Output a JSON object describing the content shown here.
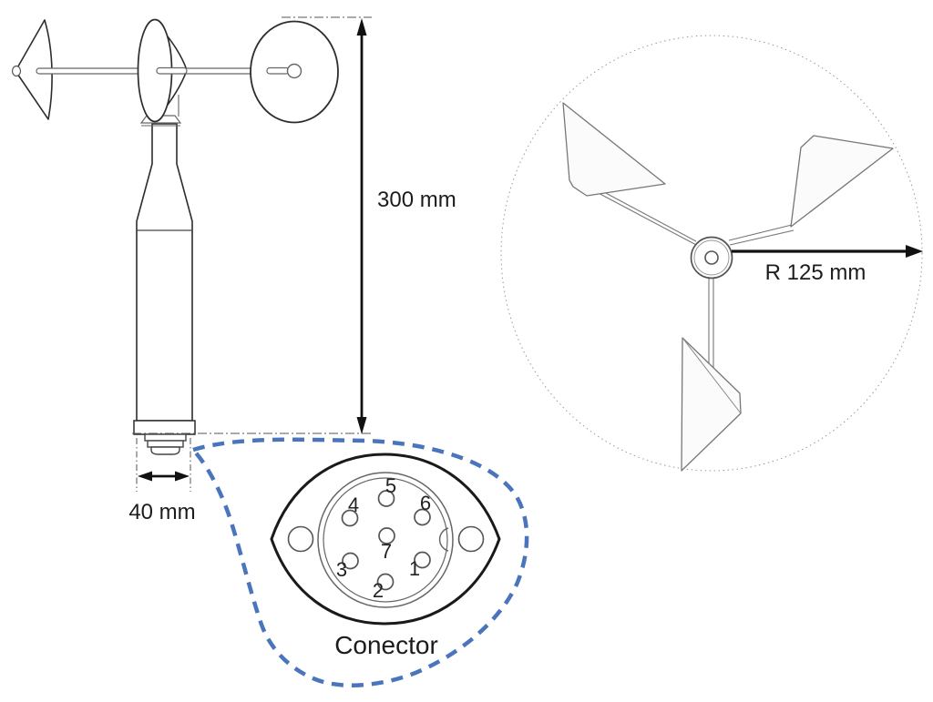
{
  "diagram": {
    "side_view": {
      "height_label": "300 mm",
      "width_label": "40 mm"
    },
    "top_view": {
      "radius_label": "R 125 mm"
    },
    "connector": {
      "label": "Conector",
      "pins": [
        "1",
        "2",
        "3",
        "4",
        "5",
        "6",
        "7"
      ]
    },
    "colors": {
      "outline": "#2d2d2d",
      "dimension": "#111111",
      "callout_blue": "#4a75bc",
      "background": "#ffffff"
    }
  }
}
